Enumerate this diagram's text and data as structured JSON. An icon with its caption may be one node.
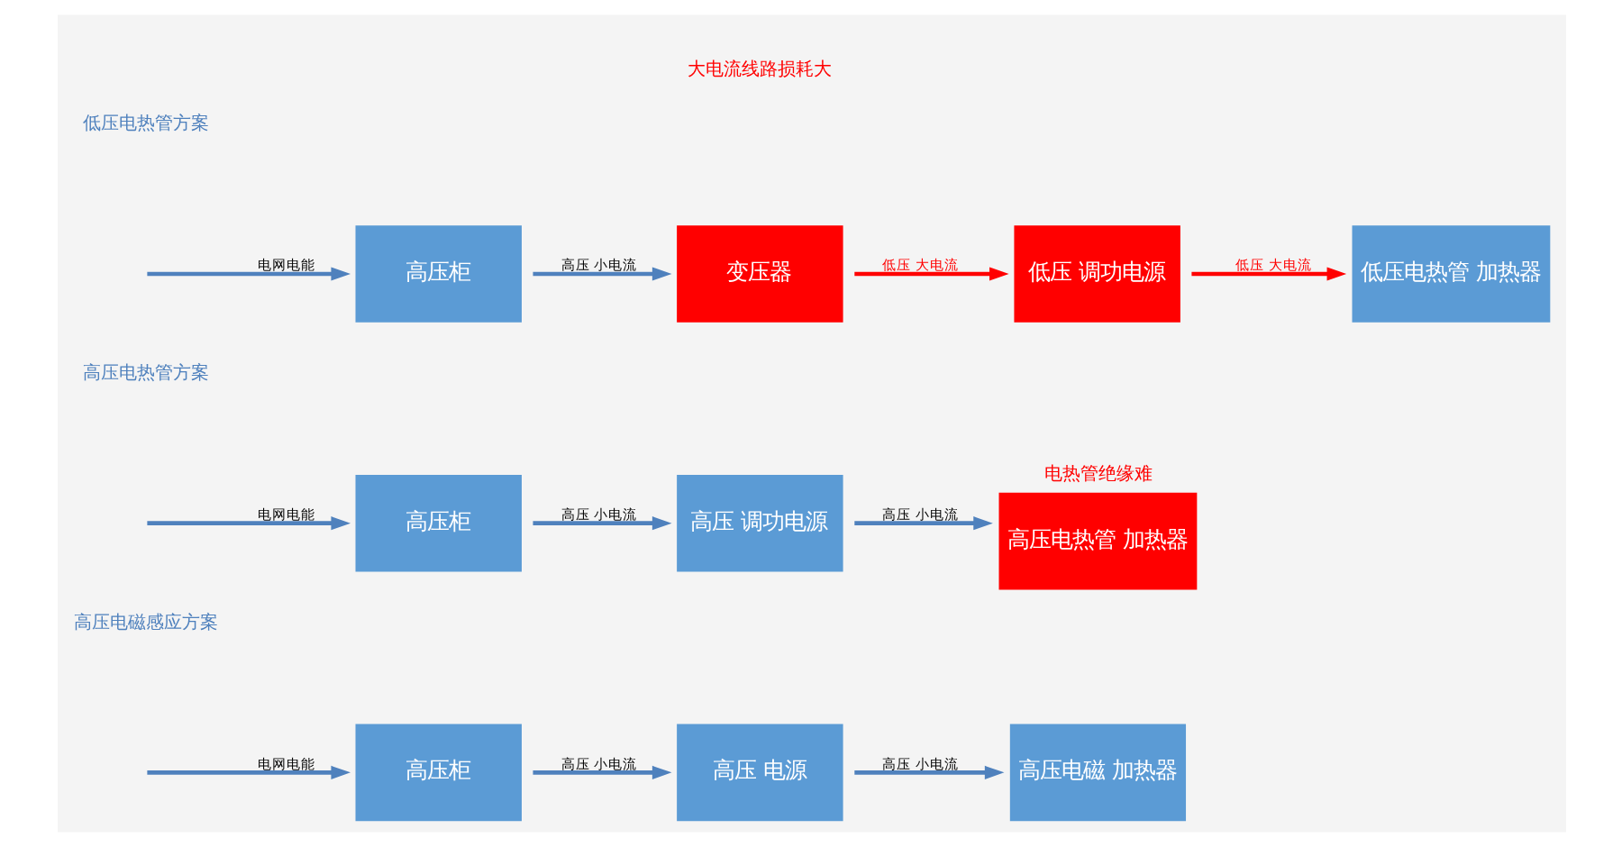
{
  "diagram": {
    "nodes": [
      {
        "text": [
          "高压柜"
        ]
      },
      {
        "text": [
          "变压器"
        ]
      },
      {
        "text": [
          "低压 调功电源"
        ]
      },
      {
        "text": [
          "低压电热管 加热器"
        ]
      },
      {
        "text": [
          "高压柜"
        ]
      },
      {
        "text": [
          "高压 调功电源"
        ]
      },
      {
        "text": [
          "高压电热管 加热器"
        ],
        "beside": [
          "电热管绝缘难"
        ]
      },
      {
        "text": [
          "高压柜"
        ]
      },
      {
        "text": [
          "高压 电源"
        ]
      },
      {
        "text": [
          "高压电磁 加热器"
        ]
      }
    ],
    "edges": [
      {
        "from": null,
        "to": 0,
        "arrow": "to",
        "label": "电网电能"
      },
      {
        "from": 0,
        "to": 1,
        "arrow": "to",
        "label": "高压 小电流"
      },
      {
        "from": 1,
        "to": 2,
        "arrow": "to",
        "label": "低压 大电流",
        "color": "#ff0000"
      },
      {
        "from": 2,
        "to": 3,
        "arrow": "to",
        "label": "低压 大电流",
        "color": "#ff0000"
      },
      {
        "from": null,
        "to": 4,
        "arrow": "to",
        "label": "电网电能"
      },
      {
        "from": 4,
        "to": 5,
        "arrow": "to",
        "label": "高压 小电流"
      },
      {
        "from": 5,
        "to": 6,
        "arrow": "to",
        "label": "高压 小电流"
      },
      {
        "from": null,
        "to": 7,
        "arrow": "to",
        "label": "电网电能"
      },
      {
        "from": 7,
        "to": 8,
        "arrow": "to",
        "label": "高压 小电流"
      },
      {
        "from": 8,
        "to": 9,
        "arrow": "to",
        "label": "高压 小电流"
      }
    ],
    "labels": [
      "低压电热管方案",
      "大电流线路损耗大",
      "高压电热管方案",
      "高压电磁感应方案"
    ]
  }
}
